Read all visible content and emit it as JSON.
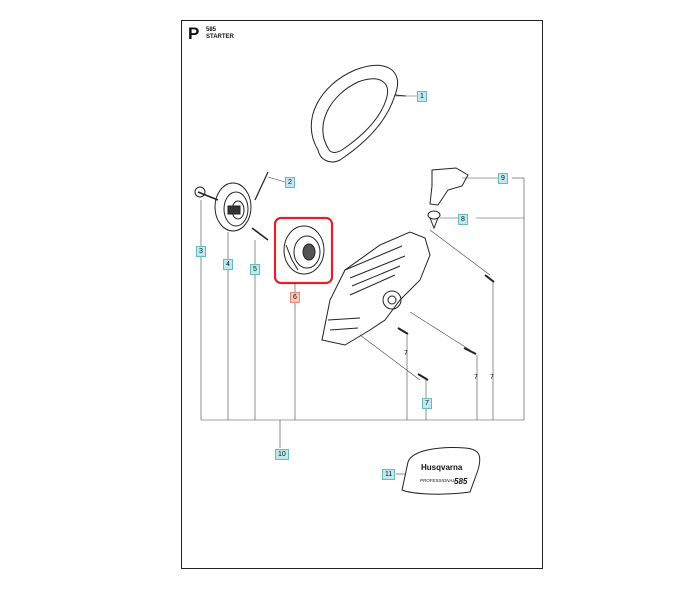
{
  "header": {
    "section_letter": "P",
    "model": "585",
    "title": "STARTER"
  },
  "callouts": {
    "c1": "1",
    "c2": "2",
    "c3": "3",
    "c4": "4",
    "c5": "5",
    "c6": "6",
    "c7_box": "7",
    "c7a": "7",
    "c7b": "7",
    "c7c": "7",
    "c8": "8",
    "c9": "9",
    "c10": "10",
    "c11": "11"
  },
  "decal": {
    "brand": "Husqvarna",
    "line": "PROFESSIONAL",
    "model": "585"
  },
  "highlight_color": "#e0202a",
  "callout_color": "#bfe8f0"
}
